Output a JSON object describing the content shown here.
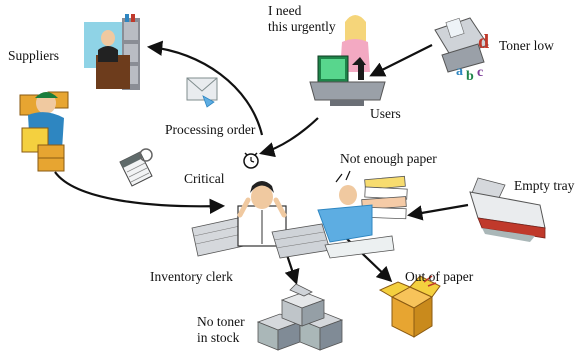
{
  "labels": {
    "suppliers": "Suppliers",
    "users_quote_line1": "I need",
    "users_quote_line2": "this urgently",
    "users": "Users",
    "toner_low": "Toner low",
    "processing_order": "Processing order",
    "critical": "Critical",
    "not_enough_paper": "Not enough paper",
    "empty_tray": "Empty tray",
    "inventory_clerk": "Inventory clerk",
    "out_of_paper": "Out of paper",
    "no_toner_line1": "No toner",
    "no_toner_line2": "in stock"
  },
  "icons": {
    "suppliers": "office-desk-clipart",
    "delivery_person": "delivery-worker-with-boxes-clipart",
    "user": "woman-at-computer-clipart",
    "printer": "printer-toner-clipart",
    "envelope": "email-envelope-icon",
    "clock": "alarm-clock-icon",
    "calendar": "calendar-icon",
    "clerk": "stressed-clerk-with-papers-clipart",
    "overwhelmed": "person-buried-in-paper-clipart",
    "empty_tray": "printer-empty-tray-clipart",
    "box": "open-box-clipart",
    "boxes": "stacked-boxes-clipart"
  },
  "colors": {
    "arrow": "#111111",
    "box": "#e7a531",
    "printer_red": "#c0392b"
  }
}
